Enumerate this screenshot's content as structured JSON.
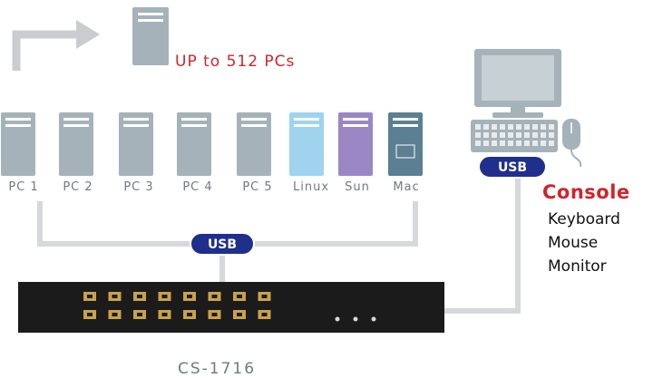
{
  "header": {
    "capacity_label": "UP to 512 PCs"
  },
  "computers": [
    {
      "label": "PC 1",
      "type": "pc"
    },
    {
      "label": "PC 2",
      "type": "pc"
    },
    {
      "label": "PC 3",
      "type": "pc"
    },
    {
      "label": "PC 4",
      "type": "pc"
    },
    {
      "label": "PC 5",
      "type": "pc"
    },
    {
      "label": "Linux",
      "type": "linux"
    },
    {
      "label": "Sun",
      "type": "sun"
    },
    {
      "label": "Mac",
      "type": "mac"
    }
  ],
  "usb_badges": {
    "hub": "USB",
    "console": "USB"
  },
  "console": {
    "title": "Console",
    "items": [
      "Keyboard",
      "Mouse",
      "Monitor"
    ]
  },
  "switch": {
    "model": "CS-1716",
    "ports_per_row": 8
  },
  "colors": {
    "pc_body": "#a5b2b9",
    "linux_body": "#9fd3ee",
    "sun_body": "#9a87c4",
    "mac_body": "#5b7f93",
    "accent_red": "#d0242d",
    "usb_badge": "#1e2f8c",
    "cable": "#d5d9dc",
    "switch_body": "#1b1b1b",
    "port_gold": "#c9a24a"
  }
}
